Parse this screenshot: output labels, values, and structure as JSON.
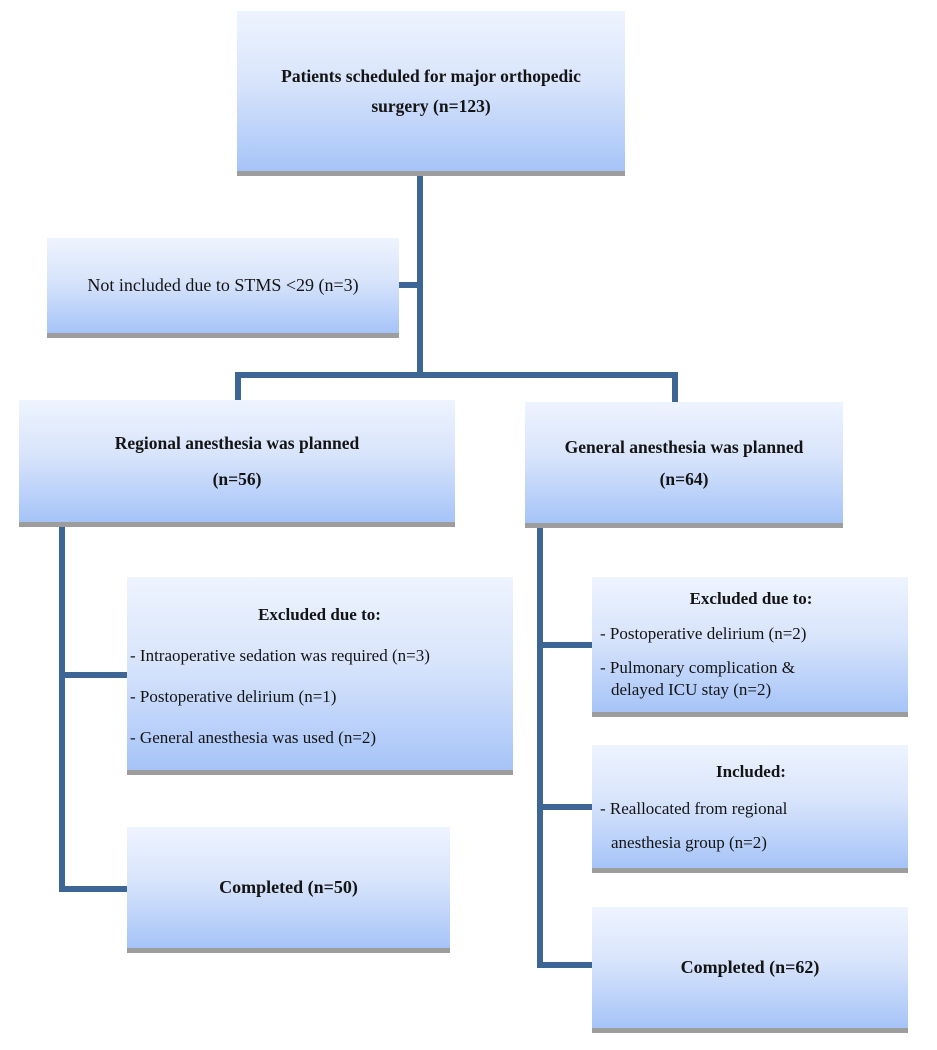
{
  "colors": {
    "box_top": "#eef4fe",
    "box_mid": "#d8e4fb",
    "box_bottom": "#a6c4f8",
    "connector": "#3d6695",
    "shadow": "#9d9d9d"
  },
  "nodes": {
    "patients": {
      "line1": "Patients scheduled for major orthopedic",
      "line2": "surgery (n=123)"
    },
    "not_included": {
      "text": "Not included due to STMS <29 (n=3)"
    },
    "regional_planned": {
      "line1": "Regional anesthesia was planned",
      "line2": "(n=56)"
    },
    "general_planned": {
      "line1": "General anesthesia was planned",
      "line2": "(n=64)"
    },
    "regional_excluded": {
      "title": "Excluded due to:",
      "items": [
        "- Intraoperative sedation was required (n=3)",
        "- Postoperative delirium (n=1)",
        "- General anesthesia was used (n=2)"
      ]
    },
    "regional_completed": {
      "text": "Completed (n=50)"
    },
    "general_excluded": {
      "title": "Excluded due to:",
      "items": [
        "- Postoperative delirium (n=2)",
        "- Pulmonary complication &\ndelayed ICU stay (n=2)"
      ]
    },
    "general_included": {
      "title": "Included:",
      "items": [
        "- Reallocated from regional\nanesthesia group (n=2)"
      ]
    },
    "general_completed": {
      "text": "Completed (n=62)"
    }
  }
}
